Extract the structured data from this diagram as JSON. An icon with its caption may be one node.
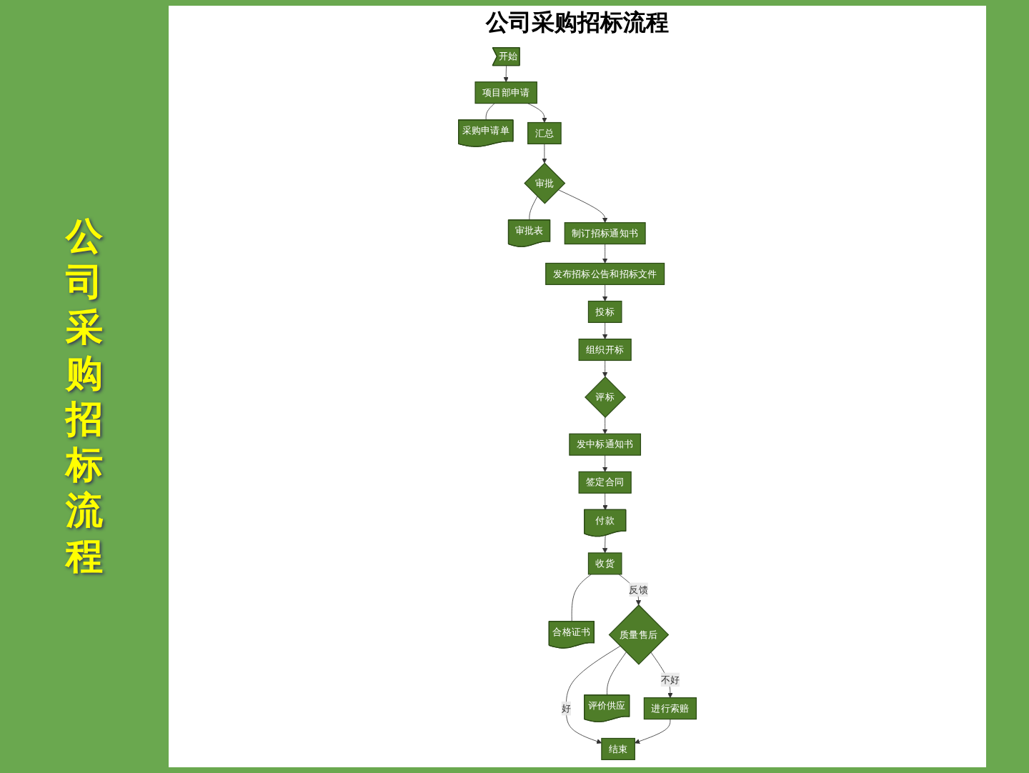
{
  "diagram": {
    "title": "公司采购招标流程",
    "nodes": [
      {
        "text": [
          "开始"
        ]
      },
      {
        "text": [
          "项目部申请"
        ]
      },
      {
        "text": [
          "采购申请单"
        ]
      },
      {
        "text": [
          "汇总"
        ]
      },
      {
        "text": [
          "审批"
        ]
      },
      {
        "text": [
          "审批表"
        ]
      },
      {
        "text": [
          "制订招标通知书"
        ]
      },
      {
        "text": [
          "发布招标公告和招标文件"
        ]
      },
      {
        "text": [
          "投标"
        ]
      },
      {
        "text": [
          "组织开标"
        ]
      },
      {
        "text": [
          "评标"
        ]
      },
      {
        "text": [
          "发中标通知书"
        ]
      },
      {
        "text": [
          "签定合同"
        ]
      },
      {
        "text": [
          "付款"
        ]
      },
      {
        "text": [
          "收货"
        ]
      },
      {
        "text": [
          "合格证书"
        ]
      },
      {
        "text": [
          "质量售后"
        ]
      },
      {
        "text": [
          "进行索赔"
        ]
      },
      {
        "text": [
          "评价供应"
        ]
      },
      {
        "text": [
          "结束"
        ]
      }
    ],
    "edges": [
      {
        "from": 0,
        "to": 1,
        "arrow": "to"
      },
      {
        "from": 1,
        "to": 2,
        "arrow": "none"
      },
      {
        "from": 1,
        "to": 3,
        "arrow": "to"
      },
      {
        "from": 3,
        "to": 4,
        "arrow": "to"
      },
      {
        "from": 4,
        "to": 5,
        "arrow": "none"
      },
      {
        "from": 4,
        "to": 6,
        "arrow": "to"
      },
      {
        "from": 6,
        "to": 7,
        "arrow": "to"
      },
      {
        "from": 7,
        "to": 8,
        "arrow": "to"
      },
      {
        "from": 8,
        "to": 9,
        "arrow": "to"
      },
      {
        "from": 9,
        "to": 10,
        "arrow": "to"
      },
      {
        "from": 10,
        "to": 11,
        "arrow": "to"
      },
      {
        "from": 11,
        "to": 12,
        "arrow": "to"
      },
      {
        "from": 12,
        "to": 13,
        "arrow": "to"
      },
      {
        "from": 13,
        "to": 14,
        "arrow": "to"
      },
      {
        "from": 14,
        "to": 15,
        "arrow": "none"
      },
      {
        "from": 14,
        "to": 16,
        "label": "反馈",
        "arrow": "to"
      },
      {
        "from": 16,
        "to": 17,
        "label": "不好",
        "arrow": "to"
      },
      {
        "from": 16,
        "to": 18,
        "arrow": "none"
      },
      {
        "from": 16,
        "to": 19,
        "label": "好",
        "arrow": "to"
      },
      {
        "from": 17,
        "to": 19,
        "arrow": "to"
      }
    ],
    "labels": [
      "公司采购招标流程"
    ]
  }
}
